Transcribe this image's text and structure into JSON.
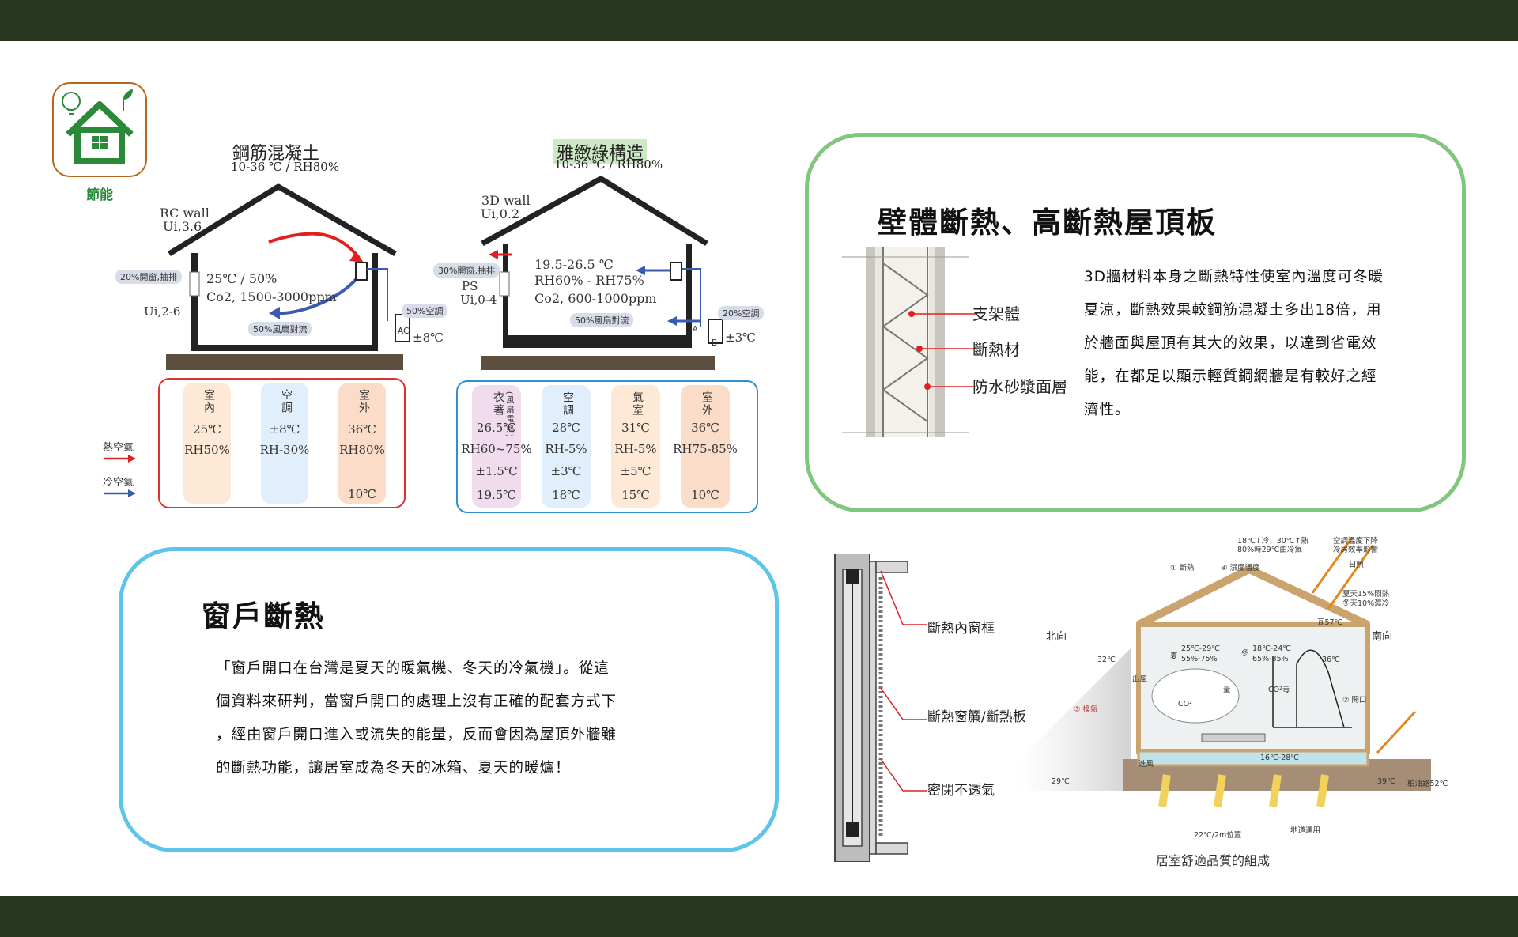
{
  "logo": {
    "label": "節能"
  },
  "rc_house": {
    "title": "鋼筋混凝土",
    "subtitle": "10-36 ℃ / RH80%",
    "wall_label": "RC wall",
    "wall_u": "Ui,3.6",
    "window_u": "Ui,2-6",
    "ventilation": "20%開窗,抽排",
    "indoor_temp": "25℃ / 50%",
    "indoor_co2": "Co2, 1500-3000ppm",
    "fan": "50%風扇對流",
    "ac_pill": "50%空調",
    "ac": "AC",
    "ac_delta": "±8℃"
  },
  "rc_table": {
    "columns": [
      {
        "header": "室內",
        "v1": "25℃",
        "v2": "RH50%",
        "v3": "",
        "v4": "",
        "color": "#fde9d6"
      },
      {
        "header": "空調",
        "v1": "±8℃",
        "v2": "RH-30%",
        "v3": "",
        "v4": "",
        "color": "#e1eefb"
      },
      {
        "header": "室外",
        "v1": "36℃",
        "v2": "RH80%",
        "v3": "",
        "v4": "10℃",
        "color": "#fbdcc8"
      }
    ]
  },
  "legend": {
    "hot": "熱空氣",
    "cold": "冷空氣"
  },
  "yarn_house": {
    "title": "雅緻綠構造",
    "subtitle": "10-36 ℃ / RH80%",
    "wall_label": "3D wall",
    "wall_u": "Ui,0.2",
    "ventilation": "30%開窗,抽排",
    "ps": "PS",
    "window_u": "Ui,0-4",
    "indoor_temp": "19.5-26.5 ℃",
    "indoor_rh": "RH60% - RH75%",
    "indoor_co2": "Co2, 600-1000ppm",
    "fan": "50%風扇對流",
    "ac_pill": "20%空調",
    "box_b": "B",
    "box_a": "A",
    "ac_delta": "±3℃"
  },
  "yarn_table": {
    "columns": [
      {
        "header": "衣著",
        "sub": "(風扇電熱)",
        "v1": "26.5℃",
        "v2": "RH60~75%",
        "v3": "±1.5℃",
        "v4": "19.5℃",
        "color": "#f1dcee"
      },
      {
        "header": "空調",
        "sub": "",
        "v1": "28℃",
        "v2": "RH-5%",
        "v3": "±3℃",
        "v4": "18℃",
        "color": "#e1eefb"
      },
      {
        "header": "氣室",
        "sub": "",
        "v1": "31℃",
        "v2": "RH-5%",
        "v3": "±5℃",
        "v4": "15℃",
        "color": "#fde9d6"
      },
      {
        "header": "室外",
        "sub": "",
        "v1": "36℃",
        "v2": "RH75-85%",
        "v3": "",
        "v4": "10℃",
        "color": "#fbdcc8"
      }
    ]
  },
  "wall_panel": {
    "title": "壁體斷熱、高斷熱屋頂板",
    "labels": [
      "支架體",
      "斷熱材",
      "防水砂漿面層"
    ],
    "body": [
      "3D牆材料本身之斷熱特性使室內溫度可冬暖",
      "夏涼，斷熱效果較鋼筋混凝土多出18倍，用",
      "於牆面與屋頂有其大的效果，以達到省電效",
      "能，在都足以顯示輕質鋼網牆是有較好之經",
      "濟性。"
    ]
  },
  "window_panel": {
    "title": "窗戶斷熱",
    "body": [
      "「窗戶開口在台灣是夏天的暖氣機、冬天的冷氣機」。從這",
      "個資料來研判，當窗戶開口的處理上沒有正確的配套方式下",
      "，經由窗戶開口進入或流失的能量，反而會因為屋頂外牆雖",
      "的斷熱功能，讓居室成為冬天的冰箱、夏天的暖爐！"
    ]
  },
  "window_section": {
    "labels": [
      "斷熱內窗框",
      "斷熱窗簾/斷熱板",
      "密閉不透氣"
    ]
  },
  "comfort": {
    "caption": "居室舒適品質的組成",
    "north": "北向",
    "south": "南向",
    "legend1": "18℃↓冷，30℃↑熱",
    "legend2": "80%時29℃由冷氣",
    "legend3": "空調溫度下降",
    "legend4": "冷房效率影響",
    "sun": "日照",
    "summer_winter1": "夏天15%悶熱",
    "summer_winter2": "冬天10%濕冷",
    "tile": "瓦57℃",
    "n1": "① 斷熱",
    "n4": "④ 濕度溫度",
    "n3": "③ 換氣",
    "n2": "② 開口",
    "summer_label": "夏",
    "winter_label": "冬",
    "summer_range": "25℃-29℃",
    "summer_rh": "55%-75%",
    "winter_range": "18℃-24℃",
    "winter_rh": "65%-85%",
    "t32": "32℃",
    "t36": "36℃",
    "outflow": "出風",
    "co2": "CO²",
    "co2_curve": "CO²毒",
    "amount": "量",
    "inflow": "進風",
    "floor": "16℃-28℃",
    "t29": "29℃",
    "t39": "39℃",
    "asphalt": "柏油路52℃",
    "ground": "地道運用",
    "depth": "22℃/2m位置"
  }
}
